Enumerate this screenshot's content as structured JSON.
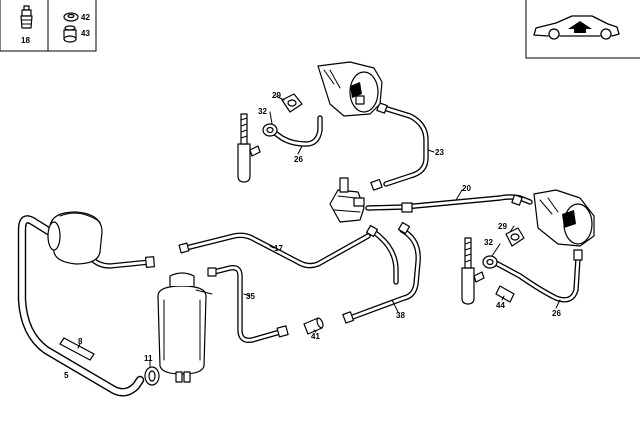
{
  "callouts": {
    "c18": "18",
    "c42": "42",
    "c43": "43",
    "c29a": "29",
    "c32a": "32",
    "c26a": "26",
    "c23": "23",
    "c20": "20",
    "c29b": "29",
    "c32b": "32",
    "c44": "44",
    "c26b": "26",
    "c17": "17",
    "c35": "35",
    "c41": "41",
    "c38": "38",
    "c8": "8",
    "c5": "5",
    "c11": "11"
  },
  "icons": [
    "bleed-screw-icon",
    "washer-icon",
    "cap-nut-icon",
    "car-silhouette-icon",
    "arrow-up-icon"
  ],
  "colors": {
    "line": "#000000",
    "background": "#ffffff"
  }
}
